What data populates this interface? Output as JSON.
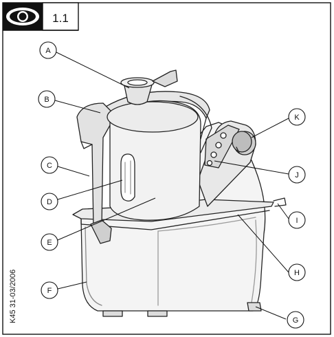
{
  "figure": {
    "number": "1.1",
    "icon": "eye-icon",
    "reference": "K45 31-03/2006"
  },
  "callouts": [
    {
      "id": "A",
      "label": "A"
    },
    {
      "id": "B",
      "label": "B"
    },
    {
      "id": "C",
      "label": "C"
    },
    {
      "id": "D",
      "label": "D"
    },
    {
      "id": "E",
      "label": "E"
    },
    {
      "id": "F",
      "label": "F"
    },
    {
      "id": "G",
      "label": "G"
    },
    {
      "id": "H",
      "label": "H"
    },
    {
      "id": "I",
      "label": "I"
    },
    {
      "id": "J",
      "label": "J"
    },
    {
      "id": "K",
      "label": "K"
    }
  ]
}
